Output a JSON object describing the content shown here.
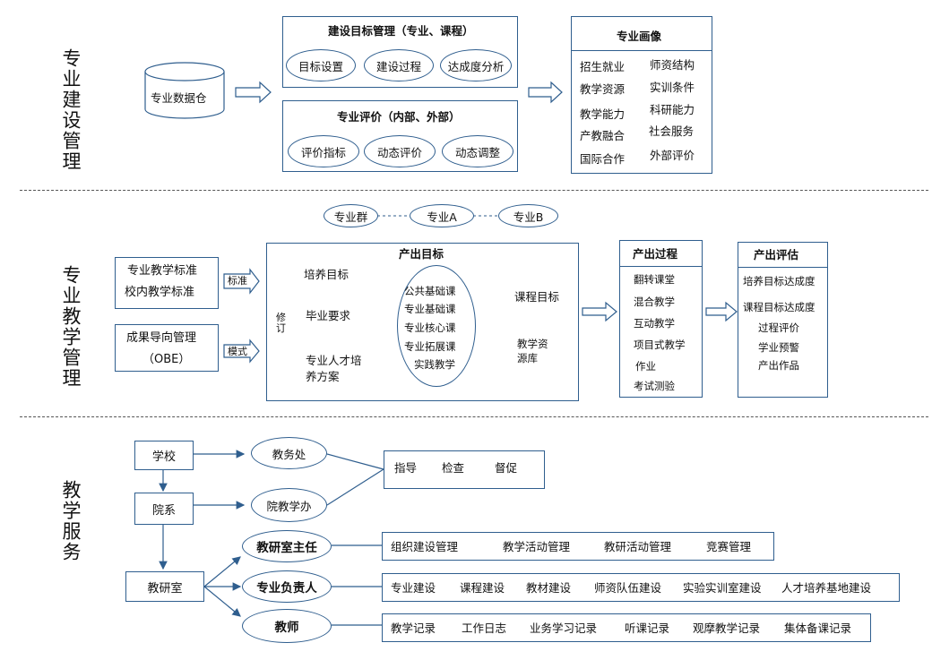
{
  "sections": {
    "construction": "专业建设管理",
    "teaching": "专业教学管理",
    "service": "教学服务"
  },
  "top": {
    "warehouse": "专业数据仓",
    "goal_mgmt": {
      "title": "建设目标管理（专业、课程）",
      "items": [
        "目标设置",
        "建设过程",
        "达成度分析"
      ]
    },
    "evaluation": {
      "title": "专业评价（内部、外部）",
      "items": [
        "评价指标",
        "动态评价",
        "动态调整"
      ]
    },
    "portrait": {
      "title": "专业画像",
      "left": [
        "招生就业",
        "教学资源",
        "教学能力",
        "产教融合",
        "国际合作"
      ],
      "right": [
        "师资结构",
        "实训条件",
        "科研能力",
        "社会服务",
        "外部评价"
      ]
    }
  },
  "middle": {
    "groups": [
      "专业群",
      "专业A",
      "专业B"
    ],
    "standards": [
      "专业教学标准",
      "校内教学标准"
    ],
    "standard_tag": "标准",
    "obe": [
      "成果导向管理",
      "（OBE）"
    ],
    "mode_tag": "模式",
    "output_goal": {
      "title": "产出目标",
      "flow": [
        "培养目标",
        "毕业要求",
        "专业人才培",
        "养方案"
      ],
      "revise": [
        "修",
        "订"
      ],
      "courses": [
        "公共基础课",
        "专业基础课",
        "专业核心课",
        "专业拓展课",
        "实践教学"
      ],
      "course_goal": "课程目标",
      "resource": [
        "教学资",
        "源库"
      ]
    },
    "process": {
      "title": "产出过程",
      "items": [
        "翻转课堂",
        "混合教学",
        "互动教学",
        "项目式教学",
        "作业",
        "考试测验"
      ]
    },
    "assessment": {
      "title": "产出评估",
      "items": [
        "培养目标达成度",
        "课程目标达成度",
        "过程评价",
        "学业预警",
        "产出作品"
      ]
    }
  },
  "bottom": {
    "school": "学校",
    "college": "院系",
    "office": "教研室",
    "academic_affairs": "教务处",
    "college_office": "院教学办",
    "duties": [
      "指导",
      "检查",
      "督促"
    ],
    "director": {
      "label": "教研室主任",
      "items": [
        "组织建设管理",
        "教学活动管理",
        "教研活动管理",
        "竞赛管理"
      ]
    },
    "leader": {
      "label": "专业负责人",
      "items": [
        "专业建设",
        "课程建设",
        "教材建设",
        "师资队伍建设",
        "实验实训室建设",
        "人才培养基地建设"
      ]
    },
    "teacher": {
      "label": "教师",
      "items": [
        "教学记录",
        "工作日志",
        "业务学习记录",
        "听课记录",
        "观摩教学记录",
        "集体备课记录"
      ]
    }
  },
  "colors": {
    "border": "#2f5e8e",
    "arrow": "#2f5e8e",
    "dash": "#555555"
  }
}
